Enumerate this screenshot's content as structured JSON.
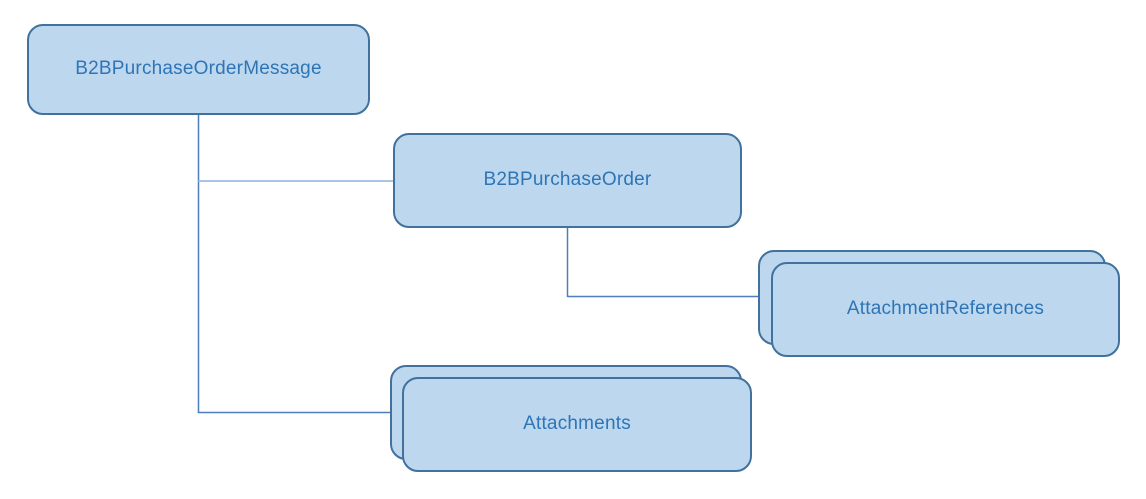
{
  "diagram": {
    "type": "hierarchy",
    "nodes": {
      "message": {
        "label": "B2BPurchaseOrderMessage",
        "stacked": false
      },
      "order": {
        "label": "B2BPurchaseOrder",
        "stacked": false
      },
      "attachment_references": {
        "label": "AttachmentReferences",
        "stacked": true
      },
      "attachments": {
        "label": "Attachments",
        "stacked": true
      }
    },
    "edges": [
      {
        "from": "message",
        "to": "order"
      },
      {
        "from": "message",
        "to": "attachments"
      },
      {
        "from": "order",
        "to": "attachment_references"
      }
    ],
    "colors": {
      "node_fill": "#BDD7EE",
      "node_border": "#41719C",
      "node_text": "#2E75B6",
      "connector": "#4E7FBD",
      "connector_light": "#A9C5E5"
    }
  }
}
